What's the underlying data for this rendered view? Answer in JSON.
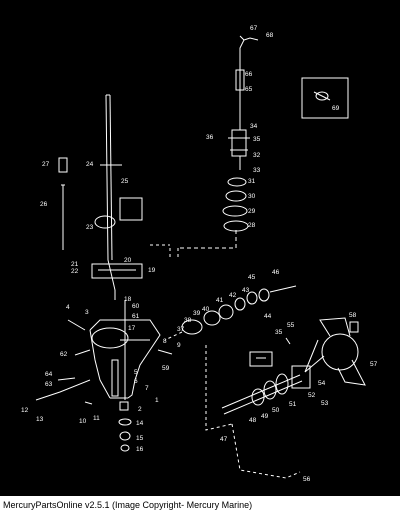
{
  "caption": "MercuryPartsOnline v2.5.1 (Image Copyright- Mercury Marine)",
  "colors": {
    "background": "#000000",
    "lines": "#ffffff",
    "caption_bar": "#ffffff",
    "caption_text": "#000000"
  },
  "callouts": [
    "67",
    "68",
    "66",
    "65",
    "34",
    "36",
    "35",
    "32",
    "33",
    "31",
    "30",
    "29",
    "28",
    "69",
    "27",
    "24",
    "25",
    "26",
    "23",
    "21",
    "22",
    "20",
    "19",
    "45",
    "46",
    "18",
    "60",
    "61",
    "4",
    "3",
    "17",
    "64",
    "63",
    "62",
    "12",
    "13",
    "10",
    "11",
    "1",
    "2",
    "5",
    "6",
    "7",
    "8",
    "9",
    "59",
    "14",
    "15",
    "16",
    "41",
    "42",
    "43",
    "40",
    "39",
    "38",
    "37",
    "44",
    "35",
    "55",
    "58",
    "57",
    "54",
    "53",
    "52",
    "51",
    "50",
    "49",
    "48",
    "47",
    "56"
  ]
}
